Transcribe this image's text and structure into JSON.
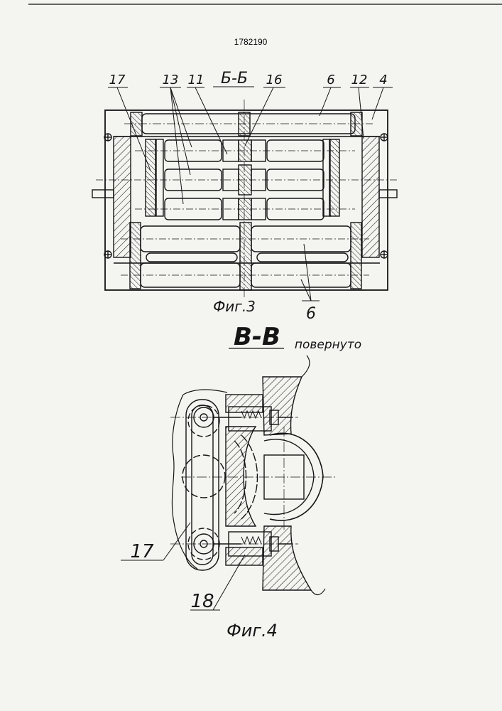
{
  "patent_number": "1782190",
  "figure3": {
    "section_label": "Б-Б",
    "caption": "Фиг.3",
    "callouts": [
      "17",
      "13",
      "11",
      "16",
      "6",
      "12",
      "4",
      "6"
    ]
  },
  "figure4": {
    "section_label": "В-В",
    "section_note": "повернуто",
    "caption": "Фиг.4",
    "callouts": [
      "17",
      "18"
    ]
  },
  "colors": {
    "ink": "#151515",
    "paper": "#f4f4f1"
  }
}
